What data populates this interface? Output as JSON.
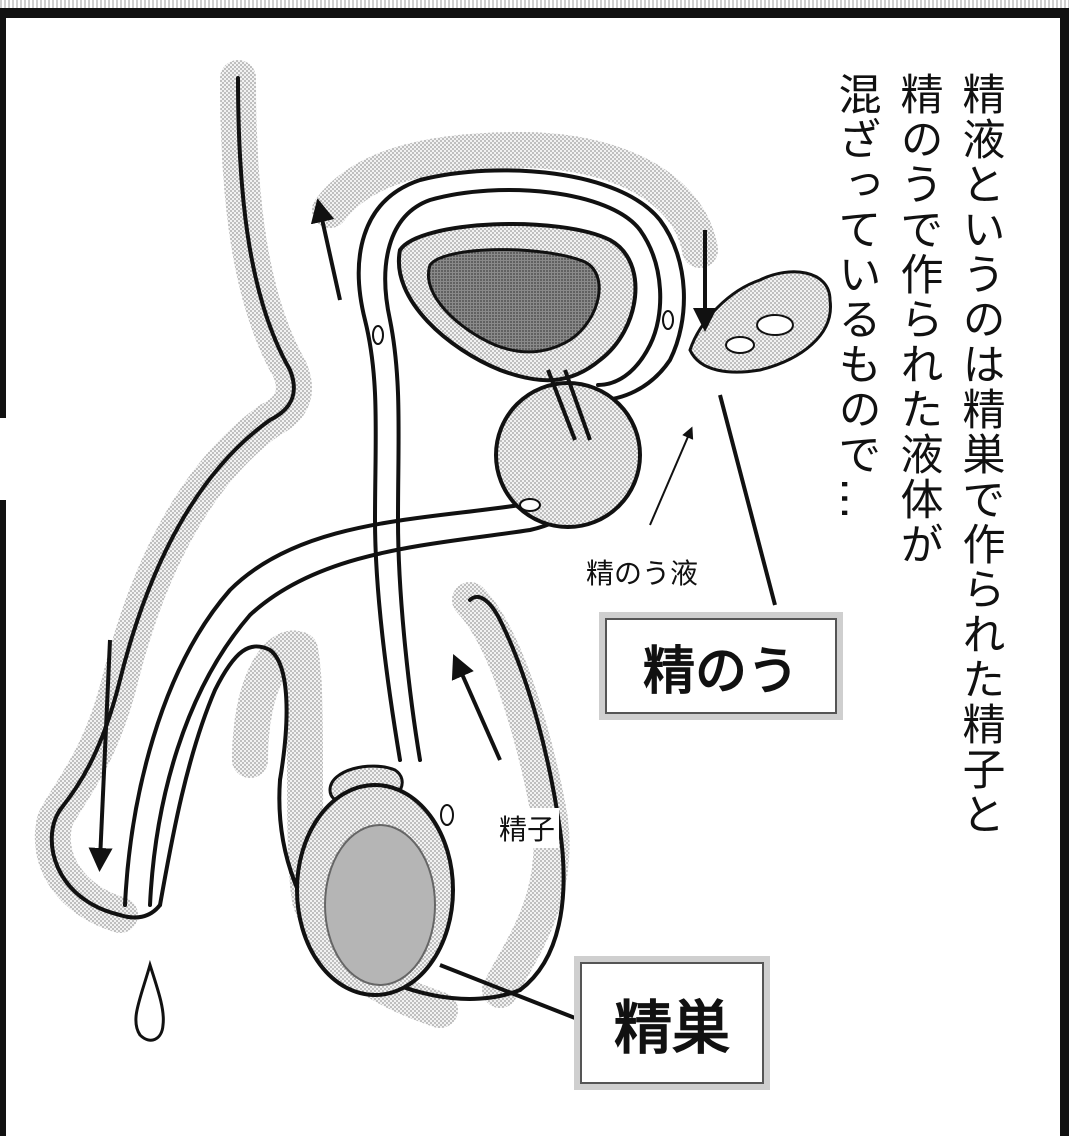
{
  "caption": {
    "lines": [
      "精液というのは精巣で作られた精子と",
      "精のうで作られた液体が",
      "混ざっているもので…"
    ]
  },
  "labels": {
    "seminal_vesicle": "精のう",
    "testis": "精巣",
    "seminal_fluid": "精のう液",
    "sperm": "精子"
  },
  "colors": {
    "ink": "#111111",
    "tone_dark": "#6f6f6f",
    "tone_mid": "#a9a9a9",
    "tone_light": "#d4d4d4"
  }
}
